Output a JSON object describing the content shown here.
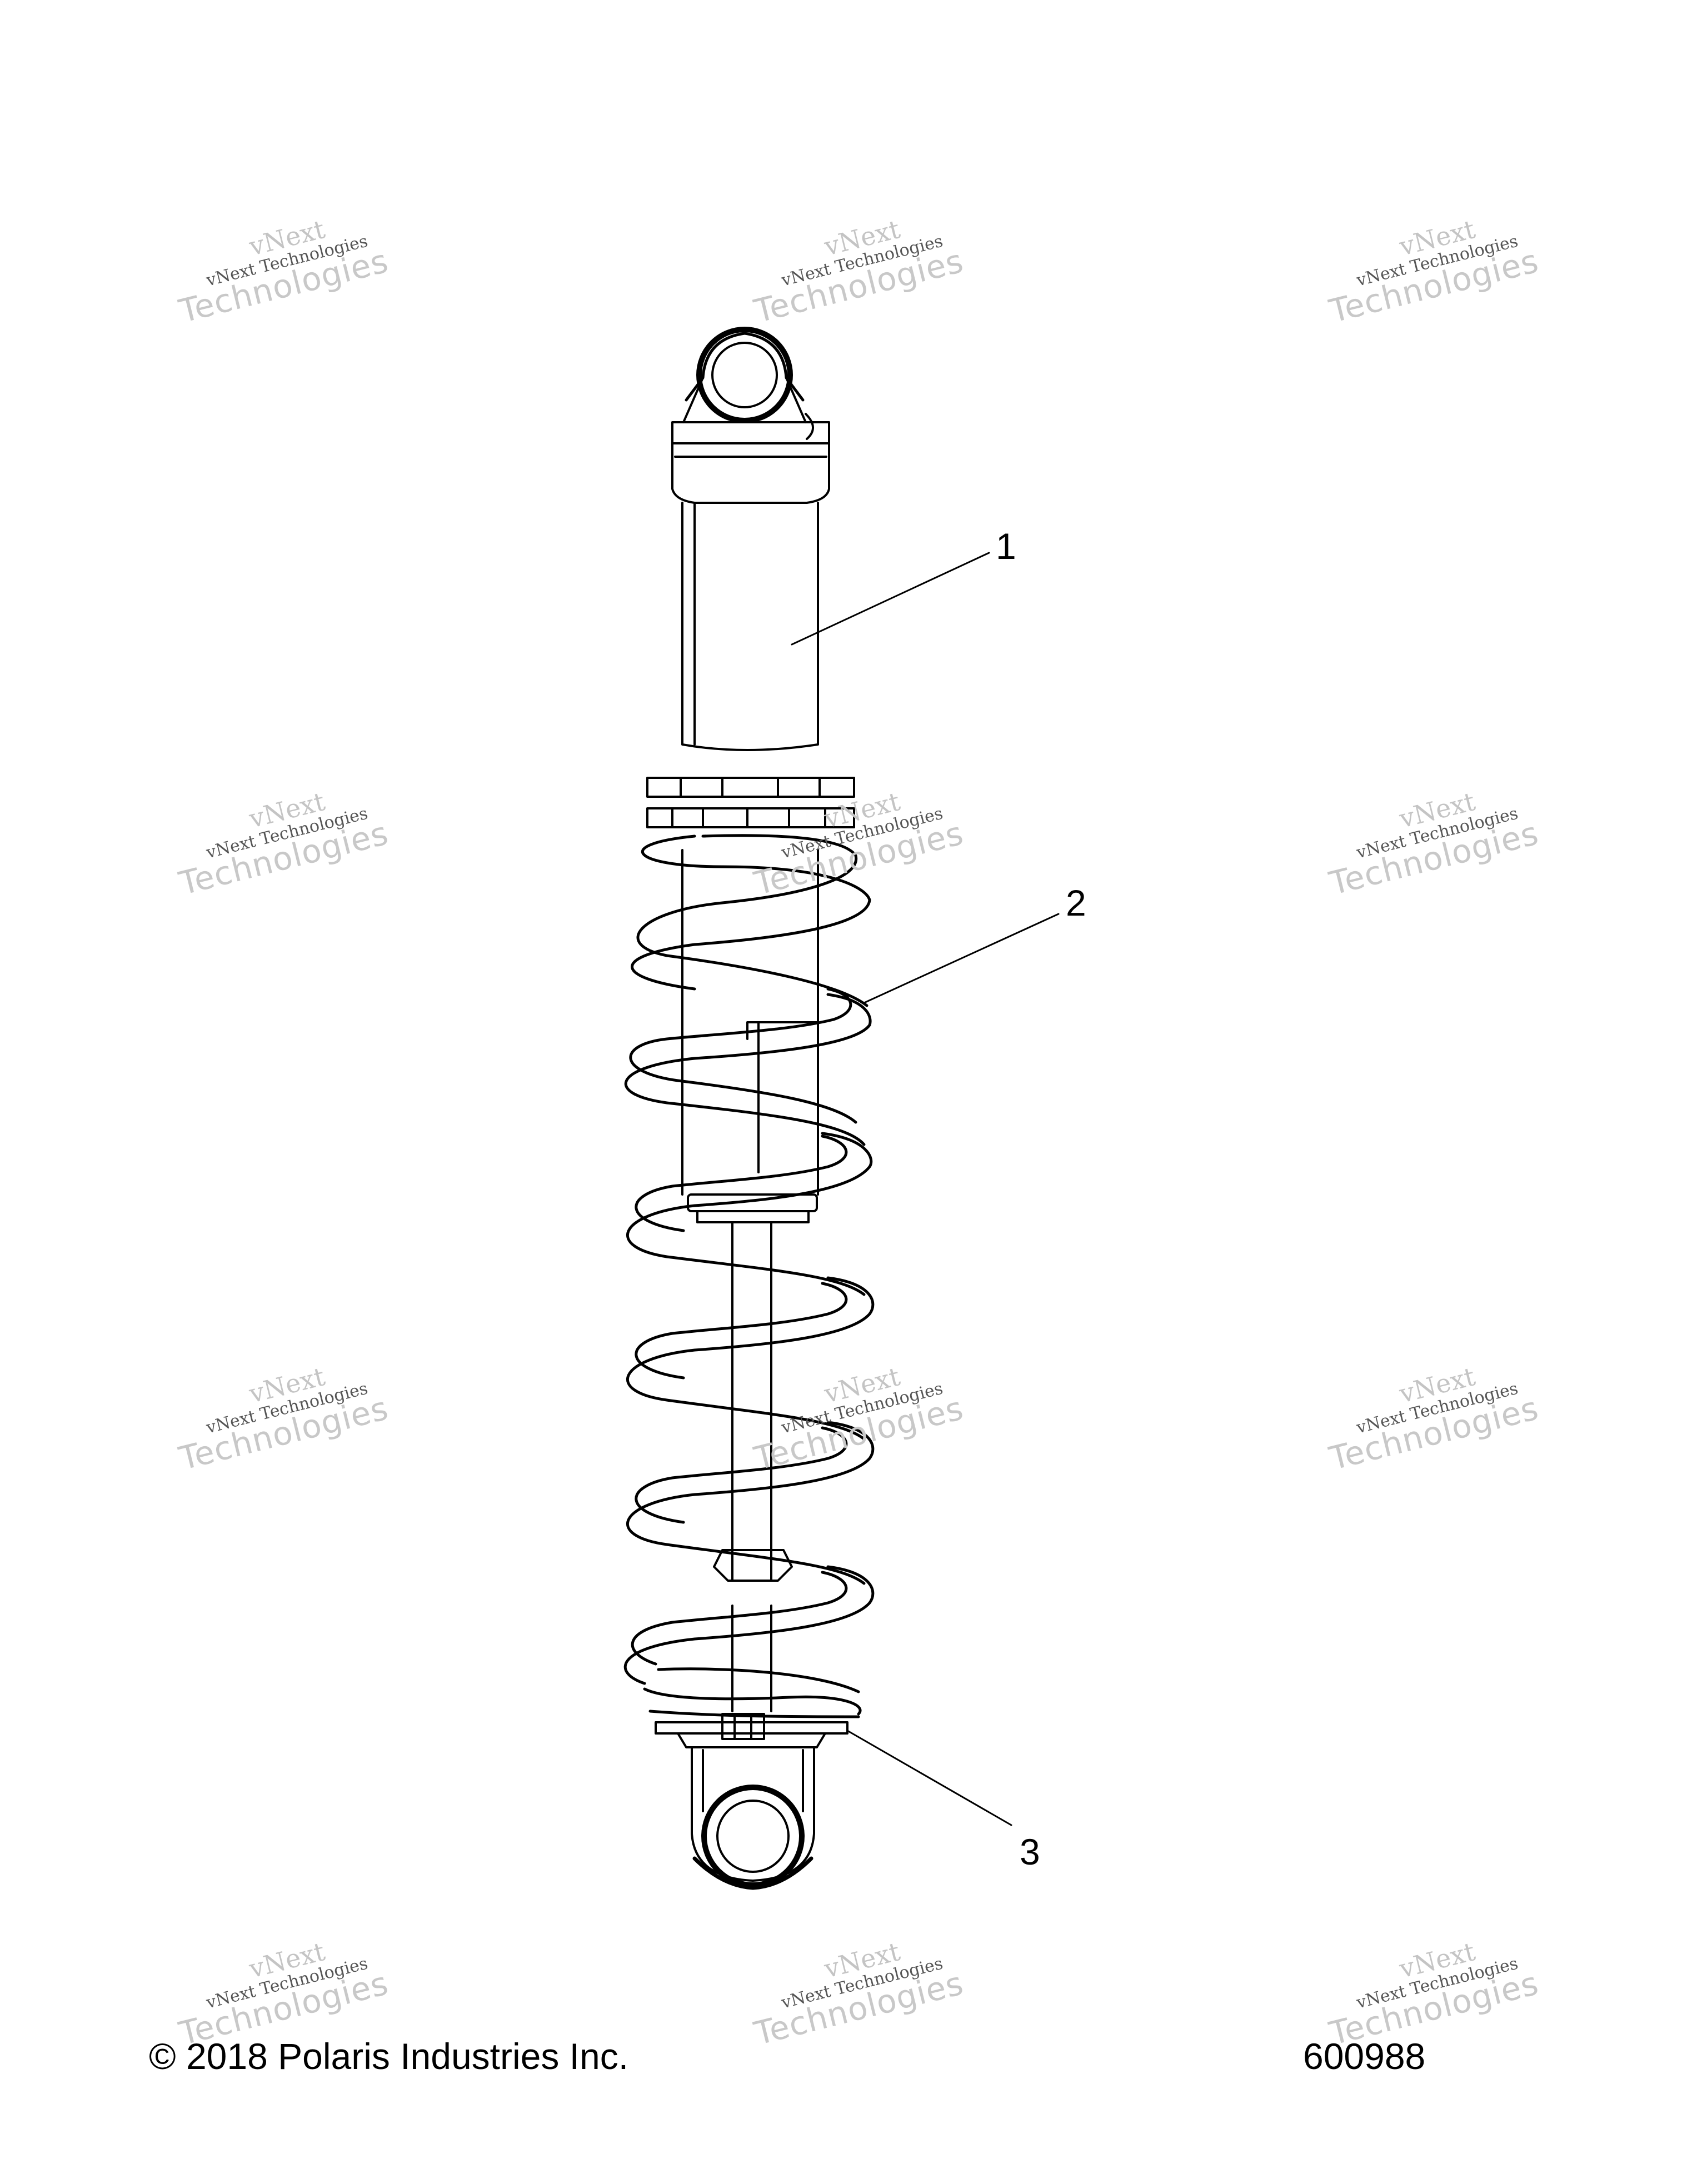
{
  "callouts": [
    {
      "id": "1",
      "label": "1"
    },
    {
      "id": "2",
      "label": "2"
    },
    {
      "id": "3",
      "label": "3"
    }
  ],
  "watermark": {
    "line1": "vNext",
    "line2": "vNext Technologies",
    "line3": "Technologies"
  },
  "footer": {
    "copyright": "© 2018 Polaris Industries Inc.",
    "figure_number": "600988"
  },
  "colors": {
    "ink": "#000000",
    "watermark": "#bcbcbc",
    "background": "#ffffff"
  }
}
